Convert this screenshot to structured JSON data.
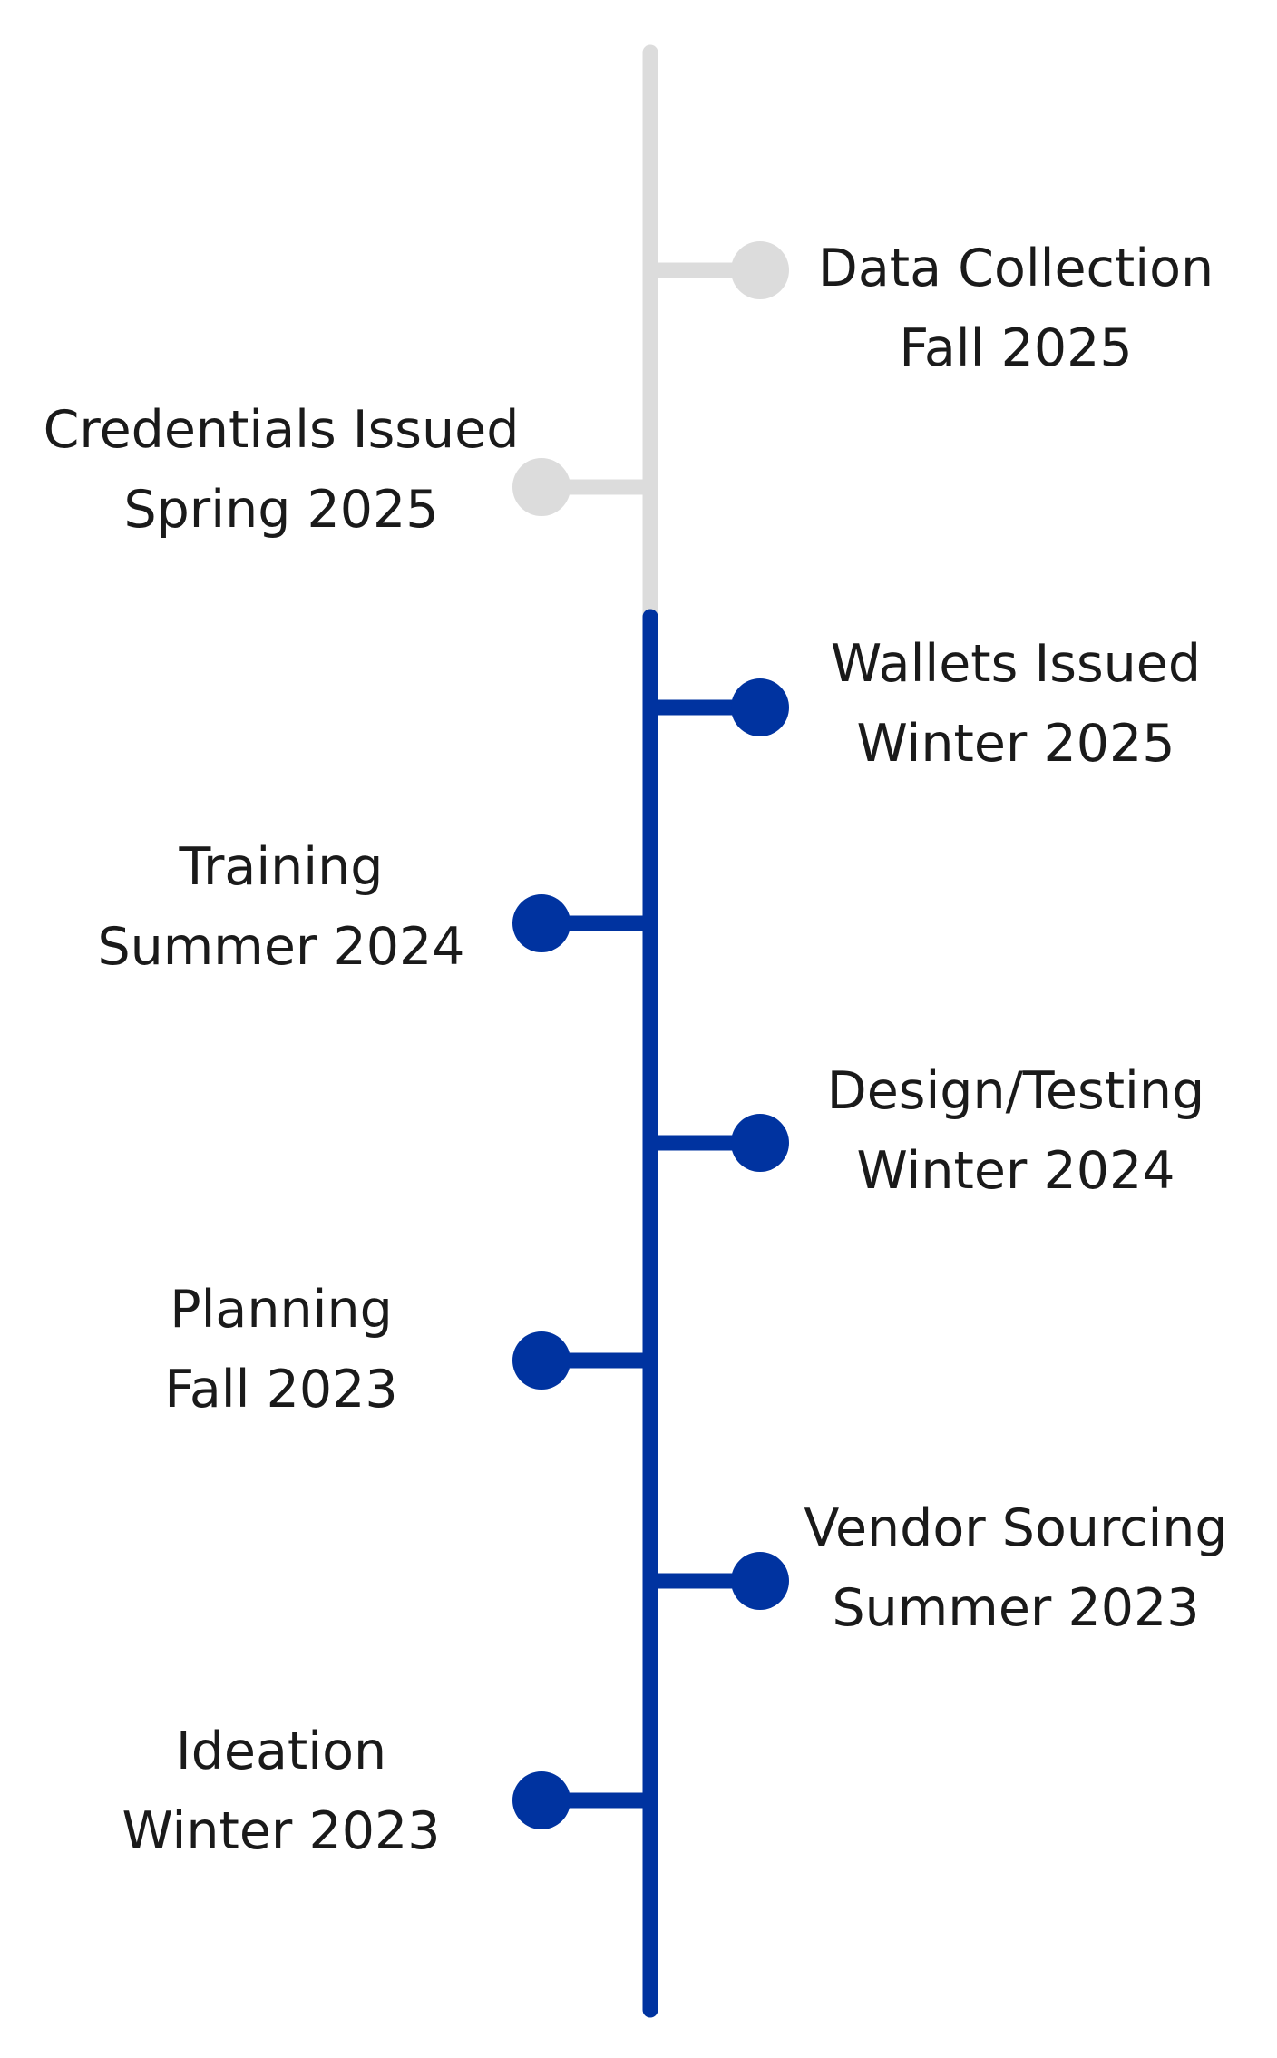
{
  "colors": {
    "completed": "#0033a0",
    "upcoming": "#dcdcdc",
    "text": "#1a1a1a",
    "background": "#ffffff"
  },
  "milestones": [
    {
      "title": "Data Collection",
      "date": "Fall 2025",
      "side": "right",
      "status": "upcoming"
    },
    {
      "title": "Credentials Issued",
      "date": "Spring 2025",
      "side": "left",
      "status": "upcoming"
    },
    {
      "title": "Wallets Issued",
      "date": "Winter 2025",
      "side": "right",
      "status": "completed"
    },
    {
      "title": "Training",
      "date": "Summer 2024",
      "side": "left",
      "status": "completed"
    },
    {
      "title": "Design/Testing",
      "date": "Winter 2024",
      "side": "right",
      "status": "completed"
    },
    {
      "title": "Planning",
      "date": "Fall 2023",
      "side": "left",
      "status": "completed"
    },
    {
      "title": "Vendor Sourcing",
      "date": "Summer 2023",
      "side": "right",
      "status": "completed"
    },
    {
      "title": "Ideation",
      "date": "Winter 2023",
      "side": "left",
      "status": "completed"
    }
  ]
}
